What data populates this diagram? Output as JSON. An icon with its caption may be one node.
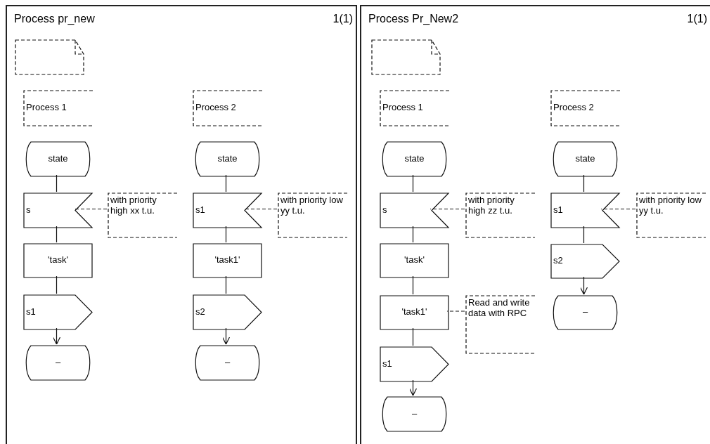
{
  "diagram": {
    "nodes": [
      {
        "text": [
          "Process pr_new",
          "1(1)"
        ]
      },
      {
        "text": [],
        "shape": "box",
        "in": 0
      },
      {
        "text": [
          "Process 1"
        ],
        "in": 0
      },
      {
        "text": [
          "Process 2"
        ],
        "in": 0
      },
      {
        "text": [
          "state"
        ],
        "in": 0
      },
      {
        "text": [
          "s"
        ],
        "in": 0
      },
      {
        "text": [
          "with priority high xx t.u."
        ],
        "in": 0
      },
      {
        "text": [
          "'task'"
        ],
        "in": 0
      },
      {
        "text": [
          "s1"
        ],
        "in": 0
      },
      {
        "text": [
          "–"
        ],
        "in": 0
      },
      {
        "text": [
          "state"
        ],
        "in": 0
      },
      {
        "text": [
          "s1"
        ],
        "in": 0
      },
      {
        "text": [
          "with priority low yy t.u."
        ],
        "in": 0
      },
      {
        "text": [
          "'task1'"
        ],
        "in": 0
      },
      {
        "text": [
          "s2"
        ],
        "in": 0
      },
      {
        "text": [
          "–"
        ],
        "in": 0
      },
      {
        "text": [
          "Process Pr_New2",
          "1(1)"
        ]
      },
      {
        "text": [],
        "shape": "box",
        "in": 16
      },
      {
        "text": [
          "Process 1"
        ],
        "in": 16
      },
      {
        "text": [
          "Process 2"
        ],
        "in": 16
      },
      {
        "text": [
          "state"
        ],
        "in": 16
      },
      {
        "text": [
          "s"
        ],
        "in": 16
      },
      {
        "text": [
          "with priority high zz t.u."
        ],
        "in": 16
      },
      {
        "text": [
          "'task'"
        ],
        "in": 16
      },
      {
        "text": [
          "'task1'"
        ],
        "in": 16
      },
      {
        "text": [
          "Read and write data with RPC"
        ],
        "in": 16
      },
      {
        "text": [
          "s1"
        ],
        "in": 16
      },
      {
        "text": [
          "–"
        ],
        "in": 16
      },
      {
        "text": [
          "state"
        ],
        "in": 16
      },
      {
        "text": [
          "s1"
        ],
        "in": 16
      },
      {
        "text": [
          "with priority low yy t.u."
        ],
        "in": 16
      },
      {
        "text": [
          "s2"
        ],
        "in": 16
      },
      {
        "text": [
          "–"
        ],
        "in": 16
      }
    ],
    "edges": [
      {
        "from": 4,
        "to": 5,
        "arrow": "none"
      },
      {
        "from": 5,
        "to": 7,
        "arrow": "none"
      },
      {
        "from": 7,
        "to": 8,
        "arrow": "none"
      },
      {
        "from": 8,
        "to": 9,
        "arrow": "to"
      },
      {
        "from": 6,
        "to": 5,
        "arrow": "none",
        "style": "dashed"
      },
      {
        "from": 10,
        "to": 11,
        "arrow": "none"
      },
      {
        "from": 11,
        "to": 13,
        "arrow": "none"
      },
      {
        "from": 13,
        "to": 14,
        "arrow": "none"
      },
      {
        "from": 14,
        "to": 15,
        "arrow": "to"
      },
      {
        "from": 12,
        "to": 11,
        "arrow": "none",
        "style": "dashed"
      },
      {
        "from": 20,
        "to": 21,
        "arrow": "none"
      },
      {
        "from": 21,
        "to": 23,
        "arrow": "none"
      },
      {
        "from": 23,
        "to": 24,
        "arrow": "none"
      },
      {
        "from": 24,
        "to": 26,
        "arrow": "none"
      },
      {
        "from": 26,
        "to": 27,
        "arrow": "to"
      },
      {
        "from": 22,
        "to": 21,
        "arrow": "none",
        "style": "dashed"
      },
      {
        "from": 25,
        "to": 24,
        "arrow": "none",
        "style": "dashed"
      },
      {
        "from": 28,
        "to": 29,
        "arrow": "none"
      },
      {
        "from": 29,
        "to": 31,
        "arrow": "none"
      },
      {
        "from": 31,
        "to": 32,
        "arrow": "to"
      },
      {
        "from": 30,
        "to": 29,
        "arrow": "none",
        "style": "dashed"
      }
    ]
  }
}
